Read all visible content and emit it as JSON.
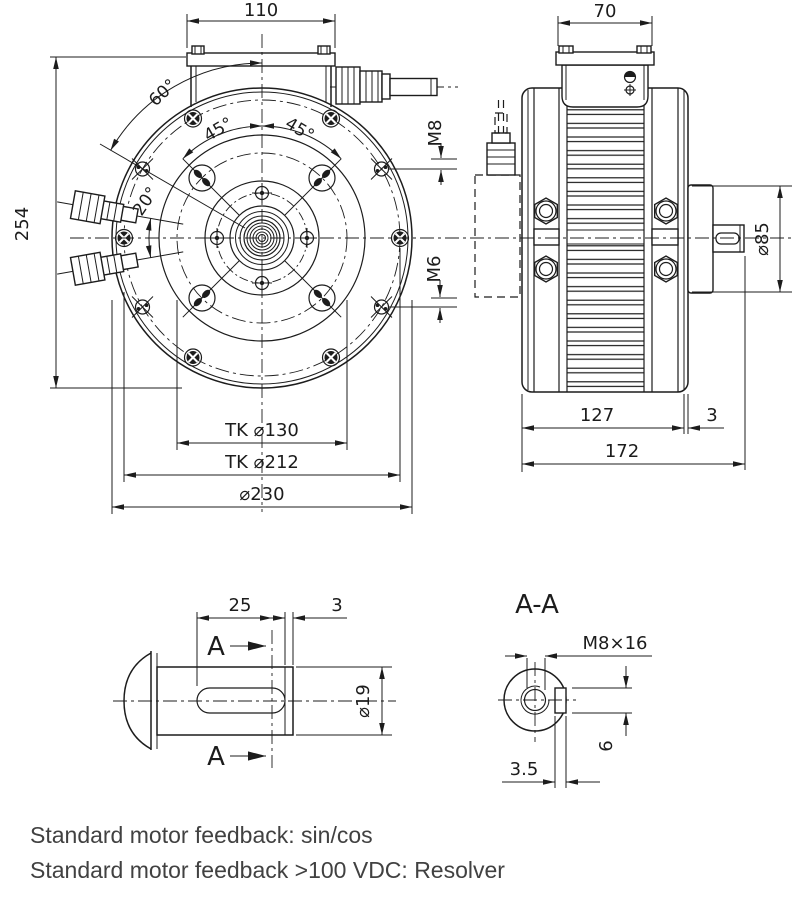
{
  "front_view": {
    "dim_width_top": "110",
    "dim_height_left": "254",
    "angle_60": "60°",
    "angle_45_left": "45°",
    "angle_45_right": "45°",
    "angle_20": "20°",
    "thread_m8": "M8",
    "thread_m6": "M6",
    "dim_tk130": "TK ⌀130",
    "dim_tk212": "TK ⌀212",
    "dim_outer_diameter": "⌀230"
  },
  "side_view": {
    "dim_width_top": "70",
    "dim_flange_diameter": "⌀85",
    "dim_body_length": "127",
    "dim_spacer": "3",
    "dim_total_length": "172"
  },
  "shaft_detail": {
    "dim_key_length": "25",
    "dim_groove": "3",
    "dim_diameter": "⌀19",
    "section_label_top": "A",
    "section_label_bottom": "A"
  },
  "section_aa": {
    "title": "A-A",
    "thread_callout": "M8×16",
    "dim_key_depth": "3.5",
    "dim_key_height": "6"
  },
  "notes": {
    "line1": "Standard motor feedback: sin/cos",
    "line2": "Standard motor feedback >100 VDC: Resolver"
  },
  "colors": {
    "line": "#1c1c1c",
    "note_text": "#414141",
    "background": "#ffffff"
  }
}
